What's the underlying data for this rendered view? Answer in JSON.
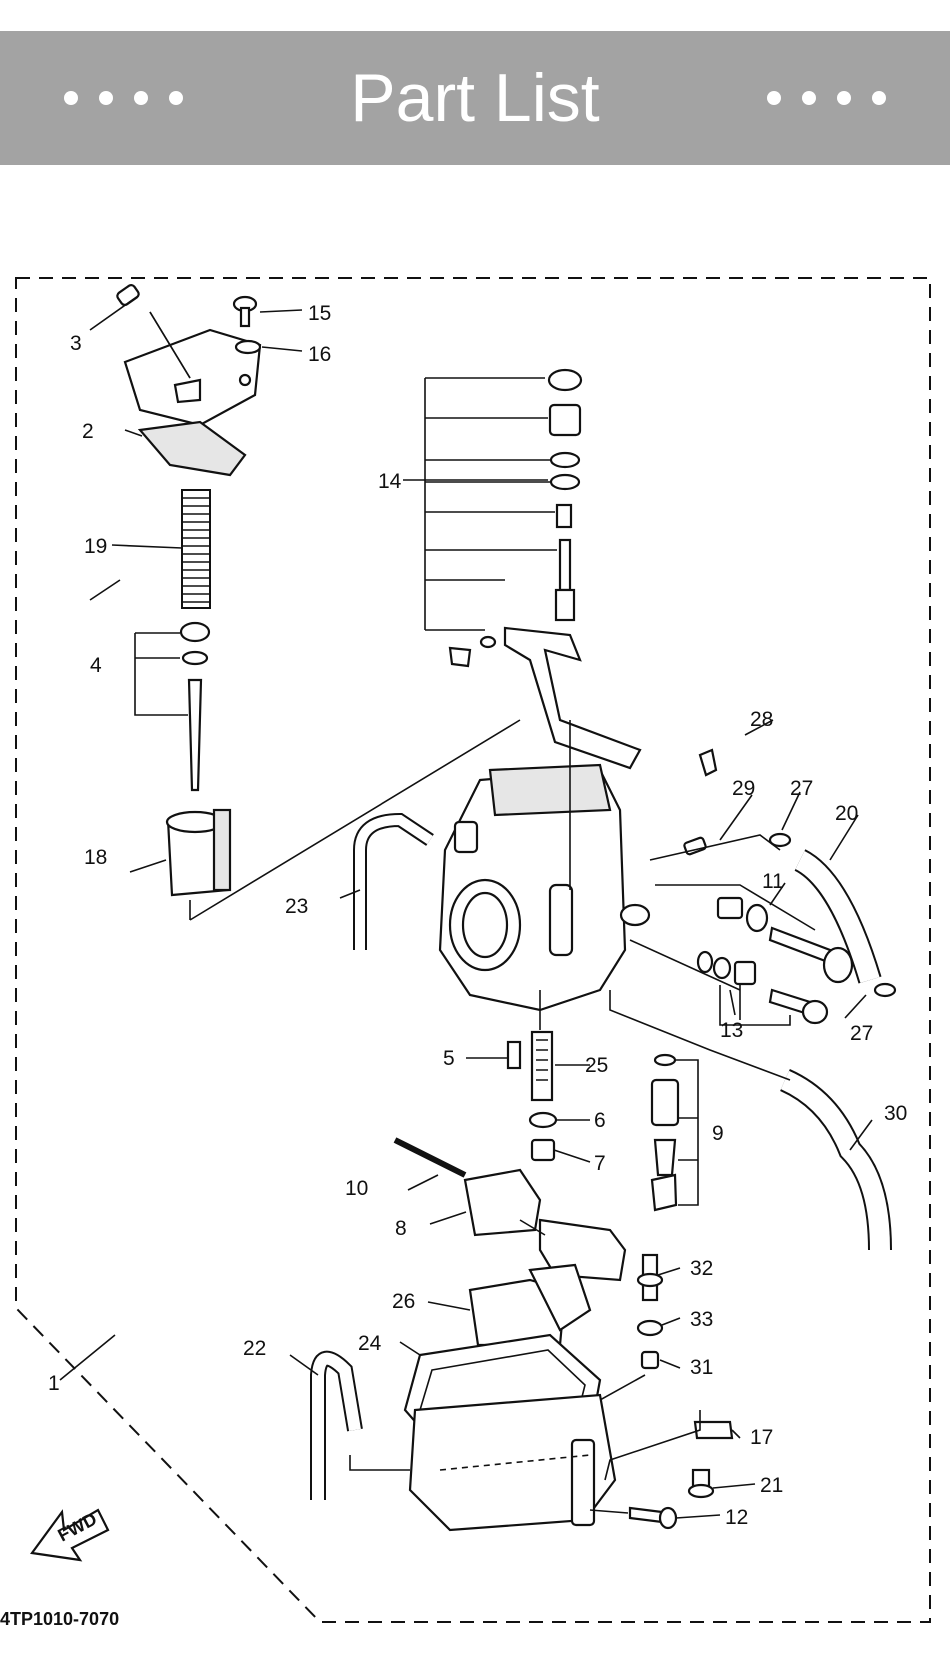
{
  "header": {
    "title": "Part List",
    "background": "#a3a3a3",
    "left_menu_icon": "more-dots-icon",
    "right_menu_icon": "more-dots-icon"
  },
  "diagram": {
    "drawing_code": "4TP1010-7070",
    "fwd_label": "FWD",
    "labels": {
      "p1": "1",
      "p2": "2",
      "p3": "3",
      "p4": "4",
      "p5": "5",
      "p6": "6",
      "p7": "7",
      "p8": "8",
      "p9": "9",
      "p10": "10",
      "p11": "11",
      "p12": "12",
      "p13": "13",
      "p14": "14",
      "p15": "15",
      "p16": "16",
      "p17": "17",
      "p18": "18",
      "p19": "19",
      "p20": "20",
      "p21": "21",
      "p22": "22",
      "p23": "23",
      "p24": "24",
      "p25": "25",
      "p26": "26",
      "p27a": "27",
      "p27b": "27",
      "p28": "28",
      "p29": "29",
      "p30": "30",
      "p31": "31",
      "p32": "32",
      "p33": "33"
    }
  }
}
